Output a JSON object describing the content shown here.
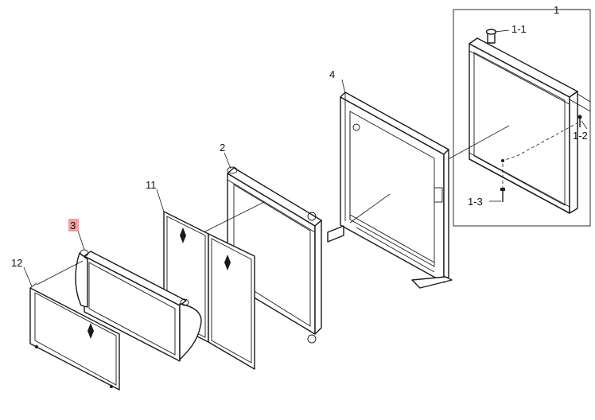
{
  "callouts": {
    "c1": "1",
    "c1_1": "1-1",
    "c1_2": "1-2",
    "c1_3": "1-3",
    "c2": "2",
    "c3": "3",
    "c4": "4",
    "c11": "11",
    "c12": "12"
  },
  "highlight": {
    "callout": "3",
    "color": "#f2a0a0"
  }
}
